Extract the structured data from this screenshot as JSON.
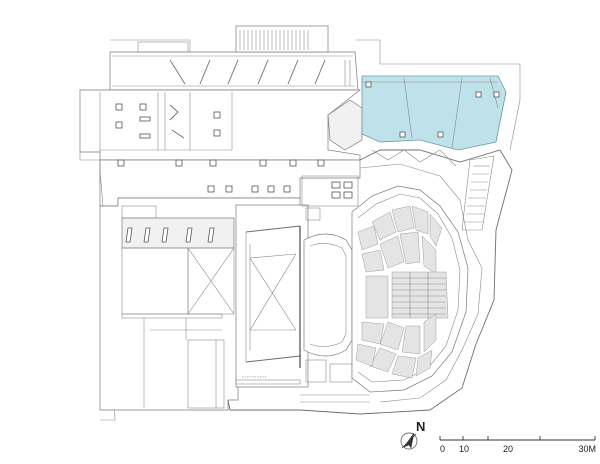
{
  "north_arrow": {
    "label": "N",
    "icon": "north-arrow-icon"
  },
  "scale_bar": {
    "ticks": [
      "0",
      "10",
      "20",
      "30M"
    ],
    "units": "M",
    "max_value": 30
  },
  "colors": {
    "glazed_foyer": "#bfe2ea",
    "linework": "#6e6e6e"
  }
}
